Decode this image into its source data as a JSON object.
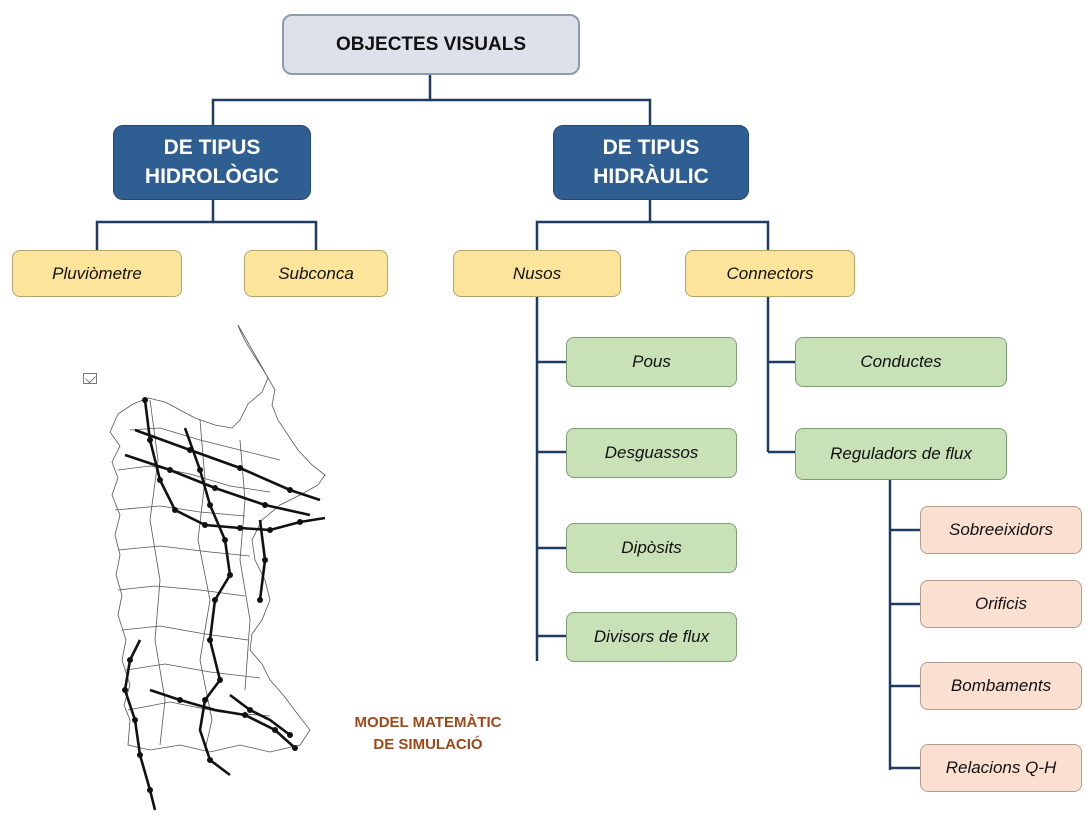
{
  "root": {
    "label": "OBJECTES VISUALS"
  },
  "categories": [
    {
      "label": "DE TIPUS\nHIDROLÒGIC"
    },
    {
      "label": "DE TIPUS\nHIDRÀULIC"
    }
  ],
  "hydrologic_items": [
    "Pluviòmetre",
    "Subconca"
  ],
  "hydraulic_items": [
    "Nusos",
    "Connectors"
  ],
  "nodes_items": [
    "Pous",
    "Desguassos",
    "Dipòsits",
    "Divisors de flux"
  ],
  "connectors_items": [
    "Conductes",
    "Reguladors de flux"
  ],
  "regulators_items": [
    "Sobreeixidors",
    "Orificis",
    "Bombaments",
    "Relacions Q-H"
  ],
  "map_caption": "MODEL MATEMÀTIC\nDE SIMULACIÓ",
  "colors": {
    "category_fill": "#2e5e92",
    "level2_fill": "#fde49b",
    "level3_fill": "#c8e1b7",
    "level4_fill": "#fbe0d1",
    "line": "#1f3b63",
    "caption": "#a0471a"
  }
}
